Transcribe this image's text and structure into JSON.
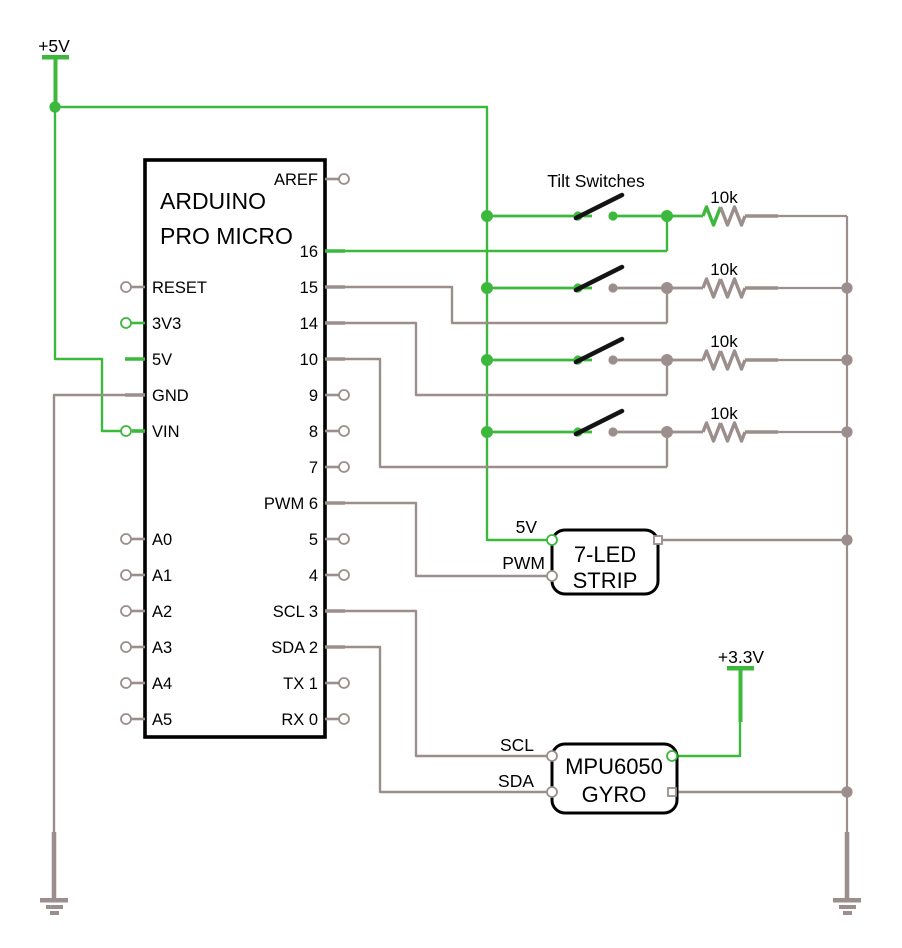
{
  "colors": {
    "wire_green": "#3cb93c",
    "wire_gray": "#9b8e8c",
    "lever_black": "#141414",
    "box_stroke": "#000000",
    "background": "#ffffff"
  },
  "power": {
    "v5_label": "+5V",
    "v33_label": "+3.3V"
  },
  "arduino": {
    "title_line1": "ARDUINO",
    "title_line2": "PRO MICRO",
    "left_pins": [
      {
        "label": "RESET",
        "row": 1,
        "terminal": "circle",
        "net": "gray"
      },
      {
        "label": "3V3",
        "row": 2,
        "terminal": "circle",
        "net": "green"
      },
      {
        "label": "5V",
        "row": 3,
        "terminal": "stub",
        "net": "green"
      },
      {
        "label": "GND",
        "row": 4,
        "terminal": "wire",
        "net": "gray"
      },
      {
        "label": "VIN",
        "row": 5,
        "terminal": "wire-circle",
        "net": "green"
      },
      {
        "label": "A0",
        "row": 8,
        "terminal": "circle",
        "net": "gray"
      },
      {
        "label": "A1",
        "row": 9,
        "terminal": "circle",
        "net": "gray"
      },
      {
        "label": "A2",
        "row": 10,
        "terminal": "circle",
        "net": "gray"
      },
      {
        "label": "A3",
        "row": 11,
        "terminal": "circle",
        "net": "gray"
      },
      {
        "label": "A4",
        "row": 12,
        "terminal": "circle",
        "net": "gray"
      },
      {
        "label": "A5",
        "row": 13,
        "terminal": "circle",
        "net": "gray"
      }
    ],
    "right_pins": [
      {
        "label": "AREF",
        "row": -2,
        "terminal": "circle",
        "net": "gray"
      },
      {
        "label": "16",
        "row": 0,
        "terminal": "wire",
        "net": "green"
      },
      {
        "label": "15",
        "row": 1,
        "terminal": "wire",
        "net": "gray"
      },
      {
        "label": "14",
        "row": 2,
        "terminal": "wire",
        "net": "gray"
      },
      {
        "label": "10",
        "row": 3,
        "terminal": "wire",
        "net": "gray"
      },
      {
        "label": "9",
        "row": 4,
        "terminal": "circle",
        "net": "gray"
      },
      {
        "label": "8",
        "row": 5,
        "terminal": "circle",
        "net": "gray"
      },
      {
        "label": "7",
        "row": 6,
        "terminal": "circle",
        "net": "gray"
      },
      {
        "label": "PWM 6",
        "row": 7,
        "terminal": "wire",
        "net": "gray"
      },
      {
        "label": "5",
        "row": 8,
        "terminal": "circle",
        "net": "gray"
      },
      {
        "label": "4",
        "row": 9,
        "terminal": "circle",
        "net": "gray"
      },
      {
        "label": "SCL 3",
        "row": 10,
        "terminal": "wire",
        "net": "gray"
      },
      {
        "label": "SDA 2",
        "row": 11,
        "terminal": "wire",
        "net": "gray"
      },
      {
        "label": "TX 1",
        "row": 12,
        "terminal": "circle",
        "net": "gray"
      },
      {
        "label": "RX 0",
        "row": 13,
        "terminal": "circle",
        "net": "gray"
      }
    ]
  },
  "switch_bank": {
    "label": "Tilt Switches",
    "count": 4,
    "resistor_label": "10k"
  },
  "led_strip": {
    "name_line1": "7-LED",
    "name_line2": "STRIP",
    "pin_power": "5V",
    "pin_signal": "PWM"
  },
  "gyro": {
    "name_line1": "MPU6050",
    "name_line2": "GYRO",
    "pin_scl": "SCL",
    "pin_sda": "SDA"
  }
}
